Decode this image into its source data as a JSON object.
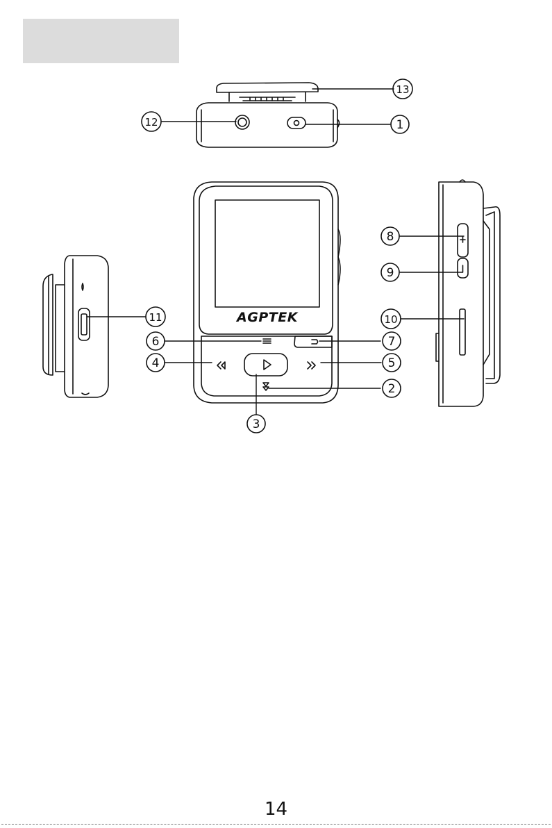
{
  "brand": "AGPTEK",
  "callouts": [
    {
      "number": "1",
      "label": "⑴"
    },
    {
      "number": "2"
    },
    {
      "number": "3"
    },
    {
      "number": "4"
    },
    {
      "number": "5"
    },
    {
      "number": "6"
    },
    {
      "number": "7"
    },
    {
      "number": "8"
    },
    {
      "number": "9"
    },
    {
      "number": "10"
    },
    {
      "number": "11"
    },
    {
      "number": "12"
    },
    {
      "number": "13"
    }
  ],
  "page_number": "14"
}
